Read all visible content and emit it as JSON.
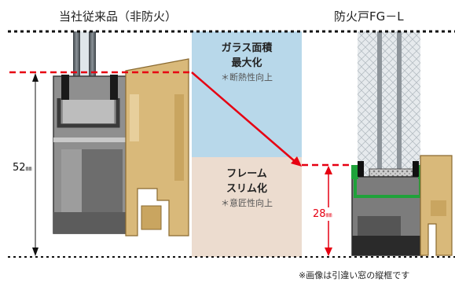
{
  "left_title": "当社従来品（非防火）",
  "right_title": "防火戸FG－L",
  "glass_callout": {
    "line1": "ガラス面積",
    "line2": "最大化",
    "sub": "＊断熱性向上"
  },
  "frame_callout": {
    "line1": "フレーム",
    "line2": "スリム化",
    "sub": "＊意匠性向上"
  },
  "left_dimension": {
    "value": "52",
    "unit": "㎜"
  },
  "right_dimension": {
    "value": "28",
    "unit": "㎜"
  },
  "footnote": "※画像は引違い窓の縦框です",
  "colors": {
    "glass_zone": "#b8d8ea",
    "frame_zone": "#ecdccf",
    "accent_red": "#e60012",
    "aluminum": "#9a9a9a",
    "wood": "#d9b97a",
    "seal_green": "#1fa23a"
  }
}
